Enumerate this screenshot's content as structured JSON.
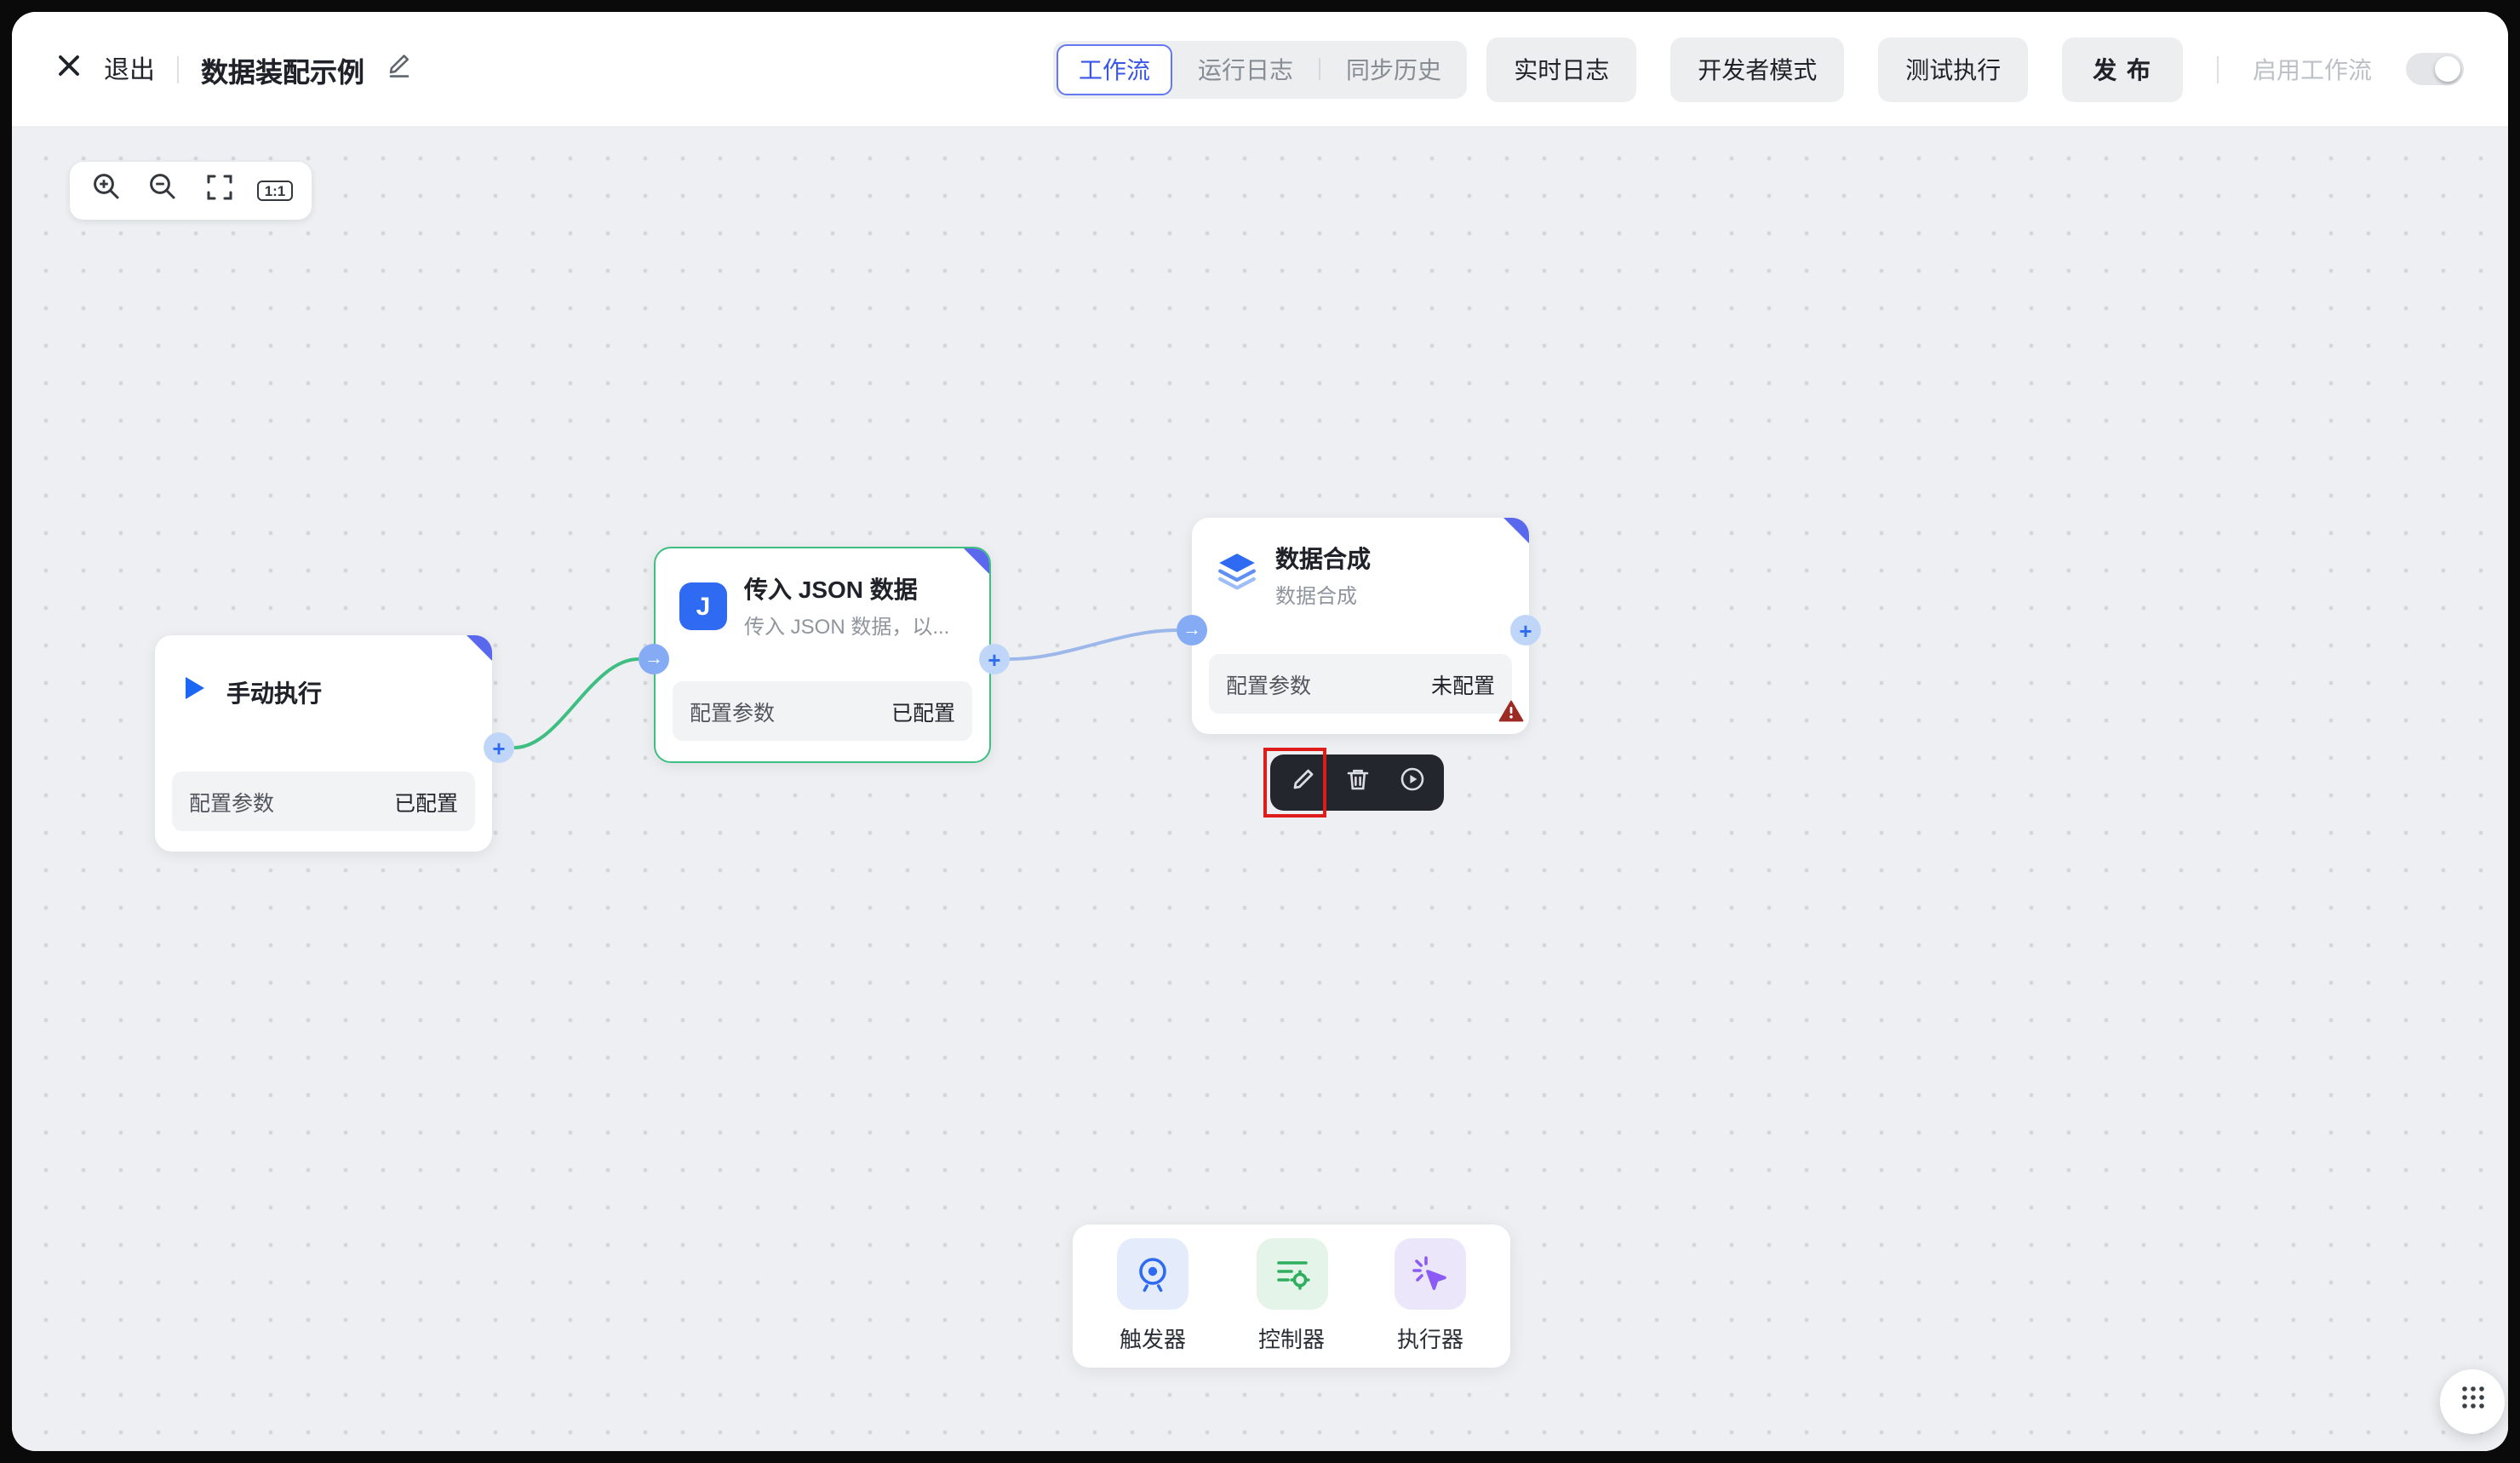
{
  "header": {
    "exit_label": "退出",
    "title": "数据装配示例",
    "tabs": [
      {
        "label": "工作流",
        "active": true
      },
      {
        "label": "运行日志",
        "active": false
      },
      {
        "label": "同步历史",
        "active": false
      }
    ],
    "buttons": [
      {
        "label": "实时日志"
      },
      {
        "label": "开发者模式"
      },
      {
        "label": "测试执行"
      },
      {
        "label": "发 布"
      }
    ],
    "enable_label": "启用工作流",
    "enable_state": "off"
  },
  "canvas": {
    "zoom": {
      "one_to_one": "1:1"
    },
    "nodes": [
      {
        "title": "手动执行",
        "icon": "play-icon",
        "row": {
          "label": "配置参数",
          "value": "已配置"
        }
      },
      {
        "title": "传入 JSON 数据",
        "subtitle": "传入 JSON 数据，以...",
        "icon_letter": "J",
        "selected": true,
        "row": {
          "label": "配置参数",
          "value": "已配置"
        }
      },
      {
        "title": "数据合成",
        "subtitle": "数据合成",
        "icon": "layers-icon",
        "warning": true,
        "row": {
          "label": "配置参数",
          "value": "未配置"
        }
      }
    ],
    "node_toolbar": [
      "edit",
      "delete",
      "run"
    ],
    "palette": [
      {
        "label": "触发器"
      },
      {
        "label": "控制器"
      },
      {
        "label": "执行器"
      }
    ]
  },
  "colors": {
    "accent_blue": "#2e6bf2",
    "tab_active_blue": "#3a56e8",
    "selected_green": "#3fbe82",
    "connector_light_blue": "#9cb8ea",
    "fold_purple": "#5a68ee",
    "warning_red": "#9c2b24",
    "highlight_red": "#de1c1c",
    "canvas_bg": "#edeff2"
  }
}
